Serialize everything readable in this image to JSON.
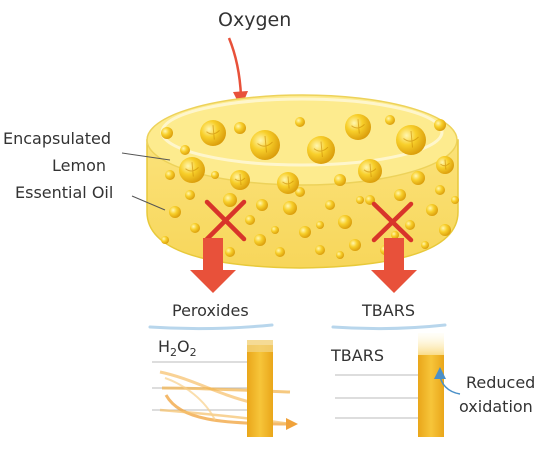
{
  "labels": {
    "oxygen": "Oxygen",
    "capsule_line1": "Encapsulated",
    "capsule_line2": "Lemon",
    "capsule_line3": "Essential Oil",
    "peroxides": "Peroxides",
    "tbars_top": "TBARS",
    "h2o2_main": "H",
    "h2o2_sub1": "2",
    "h2o2_mid": "O",
    "h2o2_sub2": "2",
    "tbars_panel": "TBARS",
    "reduced_line1": "Reduced",
    "reduced_line2": "oxidation"
  },
  "colors": {
    "capsule_fill": "#fbe98a",
    "capsule_edge": "#e8c93a",
    "droplet": "#f5c21a",
    "arrow": "#e8513a",
    "panel_bar": "#f0b323",
    "callout_arrow": "#4a90c8"
  },
  "icons": {
    "cross": "red-cross-icon",
    "down_arrow": "down-arrow-icon"
  }
}
